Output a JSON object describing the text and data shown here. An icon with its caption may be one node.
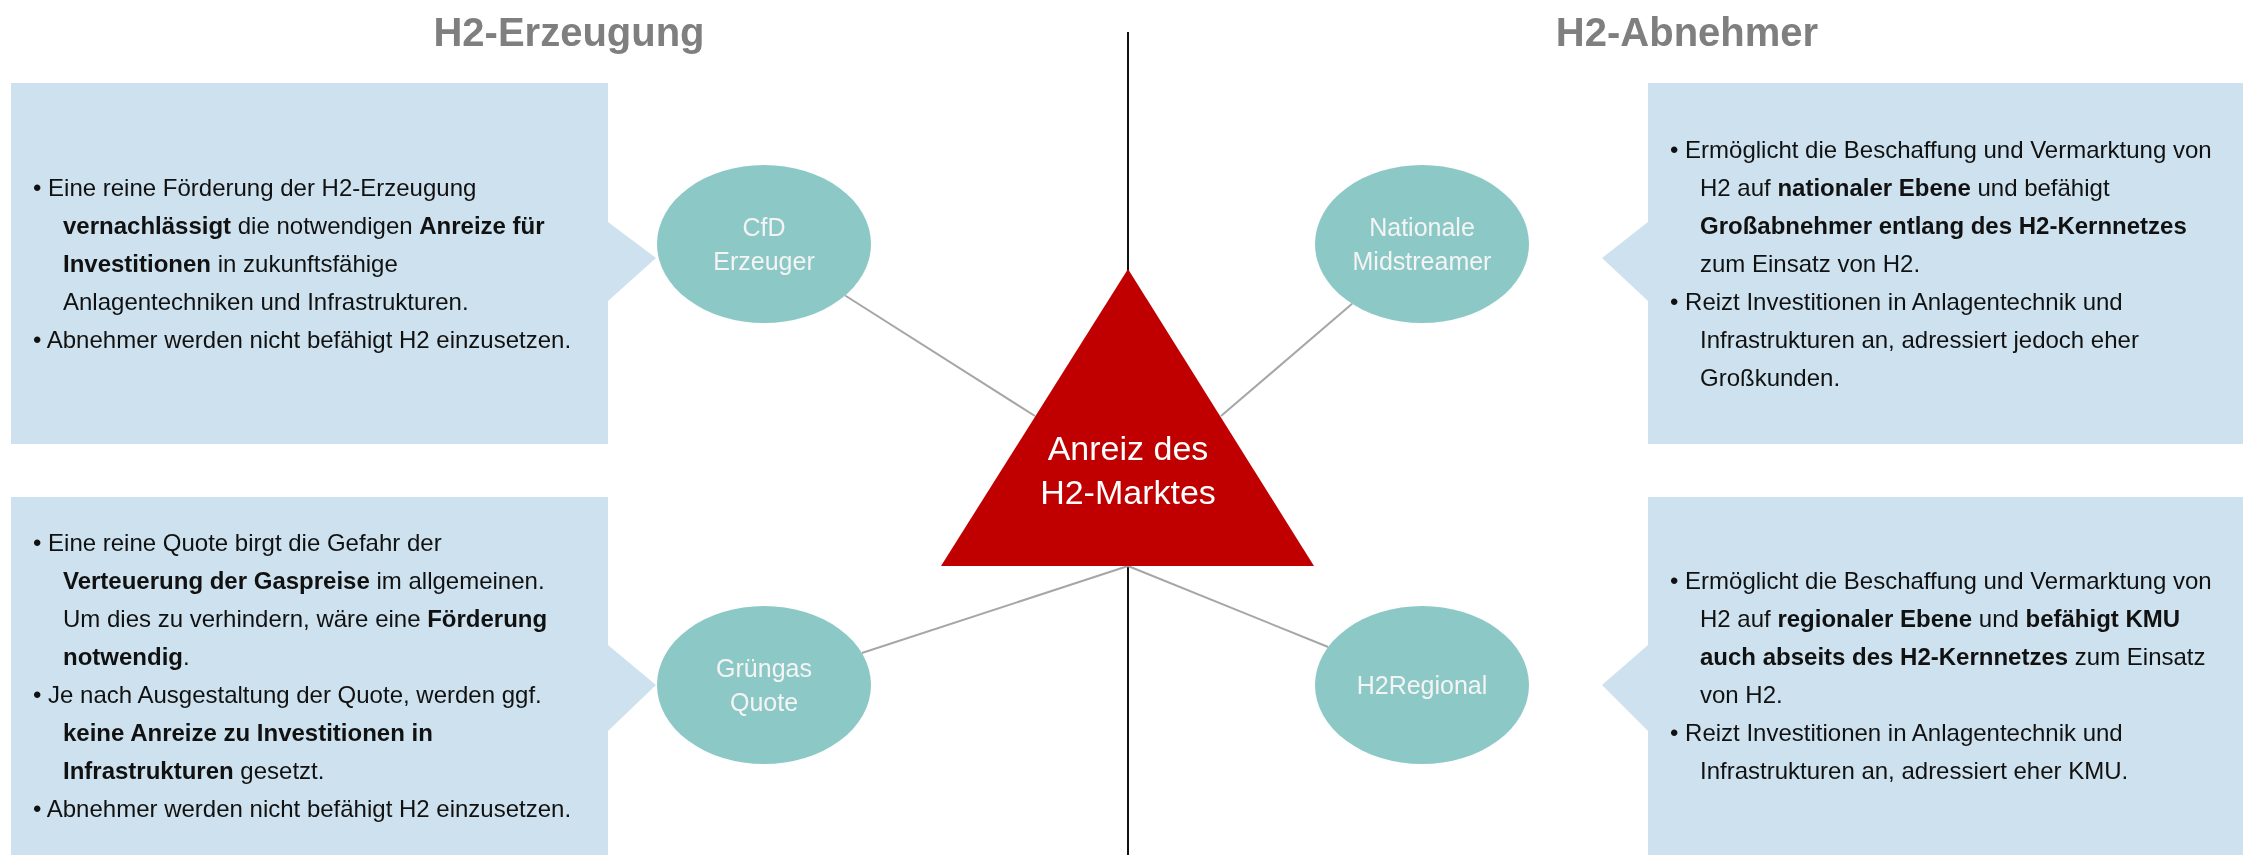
{
  "diagram": {
    "nodes": [
      {
        "text": [
          "• Eine reine Förderung der H2-Erzeugung **vernachlässigt** die notwendigen **Anreize für Investitionen** in zukunftsfähige Anlagentechniken und Infrastrukturen.",
          "• Abnehmer werden nicht befähigt H2 einzusetzen."
        ]
      },
      {
        "text": [
          "CfD Erzeuger"
        ]
      },
      {
        "text": [
          "Nationale Midstreamer"
        ]
      },
      {
        "text": [
          "• Ermöglicht die Beschaffung und Vermarktung von H2 auf **nationaler Ebene** und befähigt **Großabnehmer entlang des H2-Kernnetzes** zum Einsatz von H2.",
          "• Reizt Investitionen in Anlagentechnik und Infrastrukturen an, adressiert jedoch eher Großkunden."
        ]
      },
      {
        "text": [
          "Anreiz des H2-Marktes"
        ]
      },
      {
        "text": [
          "• Eine reine Quote birgt die Gefahr der **Verteuerung der Gaspreise** im allgemeinen. Um dies zu verhindern, wäre eine **Förderung notwendig**.",
          "• Je nach Ausgestaltung der Quote, werden ggf. **keine Anreize zu Investitionen in Infrastrukturen** gesetzt.",
          "• Abnehmer werden nicht befähigt H2 einzusetzen."
        ]
      },
      {
        "text": [
          "Grüngas Quote"
        ]
      },
      {
        "text": [
          "H2Regional"
        ]
      },
      {
        "text": [
          "• Ermöglicht die Beschaffung und Vermarktung von H2 auf **regionaler Ebene** und **befähigt KMU auch abseits des H2-Kernnetzes** zum Einsatz von H2.",
          "• Reizt Investitionen in Anlagentechnik und Infrastrukturen an, adressiert eher KMU."
        ]
      }
    ],
    "edges": [
      {
        "from": 1,
        "to": 4,
        "arrow": "none"
      },
      {
        "from": 2,
        "to": 4,
        "arrow": "none"
      },
      {
        "from": 6,
        "to": 4,
        "arrow": "none"
      },
      {
        "from": 7,
        "to": 4,
        "arrow": "none"
      }
    ],
    "labels": [
      "H2-Erzeugung",
      "H2-Abnehmer"
    ]
  }
}
